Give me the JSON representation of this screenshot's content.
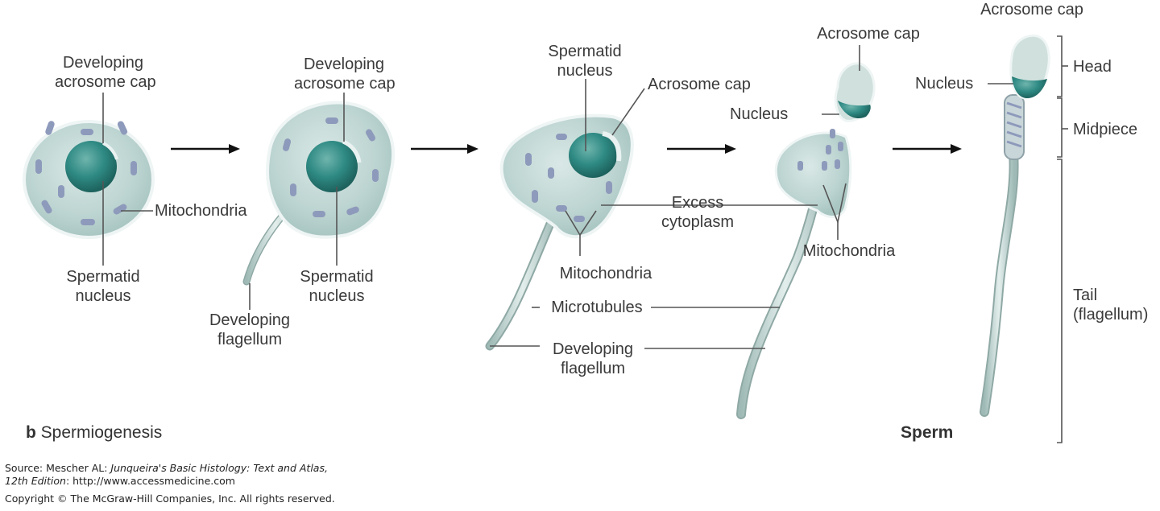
{
  "figure": {
    "part_letter": "b",
    "title": "Spermiogenesis",
    "sperm_label": "Sperm"
  },
  "labels": {
    "s1_acrosome_l1": "Developing",
    "s1_acrosome_l2": "acrosome cap",
    "s1_mito": "Mitochondria",
    "s1_nucleus_l1": "Spermatid",
    "s1_nucleus_l2": "nucleus",
    "s2_acrosome_l1": "Developing",
    "s2_acrosome_l2": "acrosome cap",
    "s2_nucleus_l1": "Spermatid",
    "s2_nucleus_l2": "nucleus",
    "s2_flag_l1": "Developing",
    "s2_flag_l2": "flagellum",
    "s3_nucleus_l1": "Spermatid",
    "s3_nucleus_l2": "nucleus",
    "s3_acrosome": "Acrosome cap",
    "excess_l1": "Excess",
    "excess_l2": "cytoplasm",
    "s3_mito": "Mitochondria",
    "microtubules": "Microtubules",
    "s3_flag_l1": "Developing",
    "s3_flag_l2": "flagellum",
    "s4_acrosome": "Acrosome cap",
    "s4_nucleus": "Nucleus",
    "s4_mito": "Mitochondria",
    "s5_acrosome": "Acrosome cap",
    "s5_nucleus": "Nucleus",
    "head": "Head",
    "midpiece": "Midpiece",
    "tail_l1": "Tail",
    "tail_l2": "(flagellum)"
  },
  "source": {
    "prefix": "Source: Mescher AL: ",
    "book": "Junqueira's Basic Histology: Text and Atlas,",
    "edition": "12th Edition",
    "url_suffix": ": http://www.accessmedicine.com",
    "copyright": "Copyright © The McGraw-Hill Companies, Inc. All rights reserved."
  },
  "colors": {
    "cytoplasm": "#bfd6d3",
    "cytoplasm_edge": "#e8f1f0",
    "nucleus": "#2f8a84",
    "nucleus_dark": "#1e6661",
    "mitochondria": "#8d99b8",
    "flagellum": "#c4d6d3",
    "leader": "#555555"
  }
}
